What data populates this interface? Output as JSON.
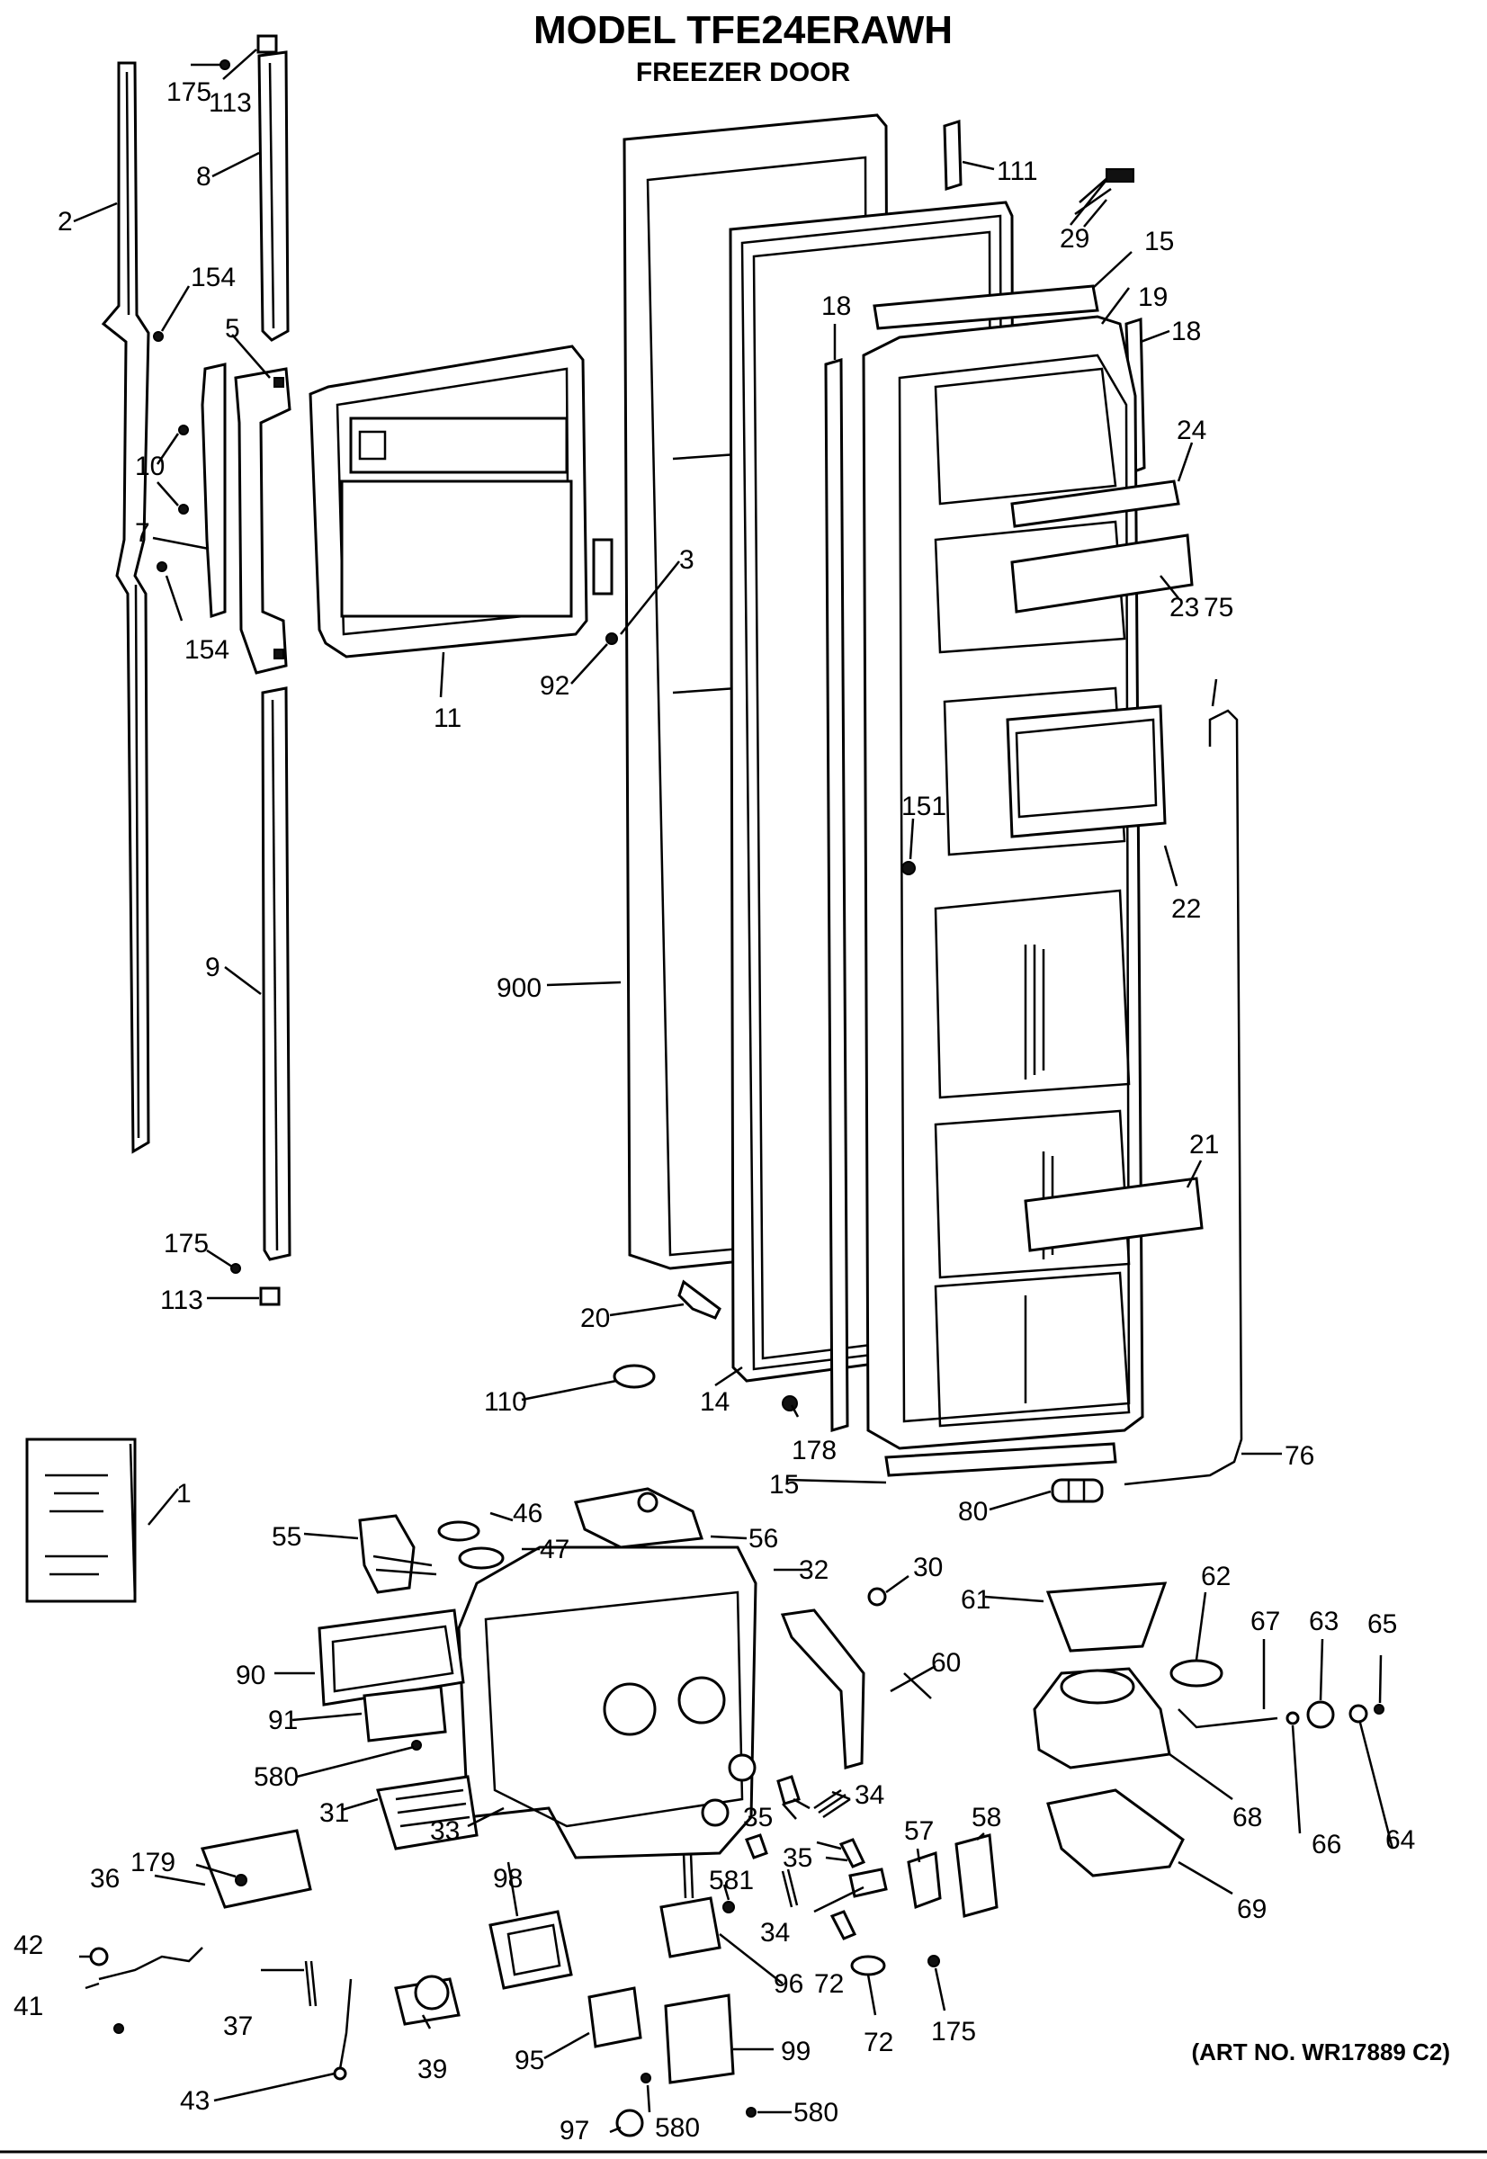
{
  "title": "MODEL TFE24ERAWH",
  "subtitle": "FREEZER DOOR",
  "art_number": "(ART NO. WR17889 C2)",
  "callouts": [
    "175",
    "113",
    "8",
    "2",
    "154",
    "5",
    "10",
    "7",
    "154",
    "11",
    "3",
    "92",
    "111",
    "29",
    "15",
    "19",
    "18",
    "18",
    "24",
    "23",
    "75",
    "151",
    "22",
    "900",
    "9",
    "21",
    "175",
    "113",
    "20",
    "110",
    "14",
    "178",
    "1",
    "15",
    "80",
    "76",
    "55",
    "46",
    "47",
    "56",
    "32",
    "30",
    "61",
    "62",
    "67",
    "63",
    "65",
    "90",
    "91",
    "580",
    "31",
    "33",
    "60",
    "68",
    "66",
    "64",
    "35",
    "34",
    "35",
    "34",
    "57",
    "58",
    "69",
    "179",
    "36",
    "42",
    "41",
    "37",
    "98",
    "581",
    "96",
    "72",
    "72",
    "175",
    "39",
    "95",
    "99",
    "43",
    "97",
    "580",
    "580"
  ]
}
